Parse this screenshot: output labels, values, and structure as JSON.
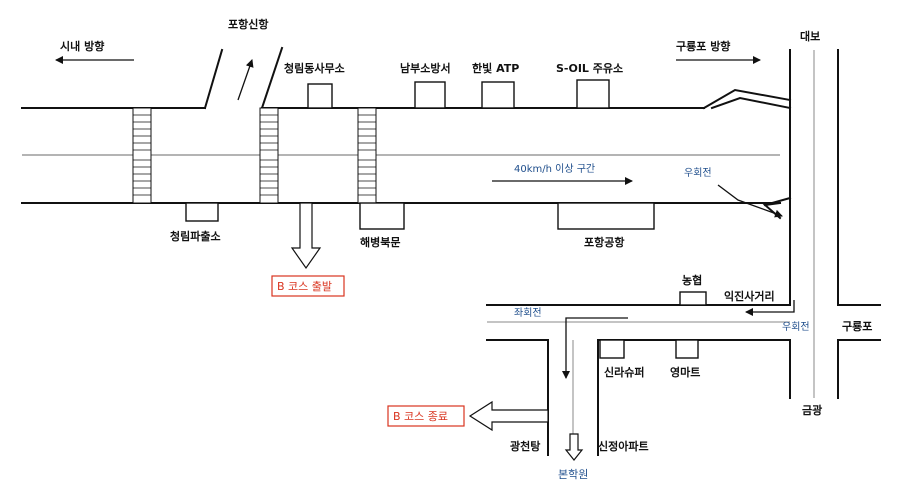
{
  "labels": {
    "downtown": "시내 방향",
    "new_port": "포항신항",
    "guryongpo_dir": "구룡포 방향",
    "daebo": "대보",
    "cheongnim_office": "청림동사무소",
    "fire_station": "남부소방서",
    "hanbit_atp": "한빛 ATP",
    "soil": "S-OIL 주유소",
    "speed_zone": "40km/h 이상 구간",
    "right_turn_1": "우회전",
    "police": "청림파출소",
    "marine_gate": "해병북문",
    "airport": "포항공항",
    "b_start": "B 코스 출발",
    "nonghyup": "농협",
    "ikjin": "익진사거리",
    "left_turn": "좌회전",
    "right_turn_2": "우회전",
    "guryongpo": "구룡포",
    "shilla": "신라슈퍼",
    "young_mart": "영마트",
    "geumgwang": "금광",
    "b_end": "B 코스 종료",
    "gwangcheon": "광천탕",
    "shinjeong": "신정아파트",
    "academy": "본학원"
  },
  "colors": {
    "line": "#111111",
    "route_blue": "#1f4e8c",
    "course_red": "#d9341f"
  }
}
